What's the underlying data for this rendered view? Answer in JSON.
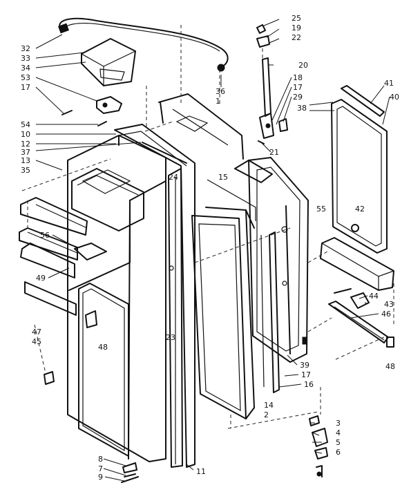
{
  "labels": {
    "l32": "32",
    "l33": "33",
    "l34": "34",
    "l53": "53",
    "l17a": "17",
    "l54": "54",
    "l10": "10",
    "l12": "12",
    "l37": "37",
    "l13": "13",
    "l35": "35",
    "l56": "56",
    "l49": "49",
    "l47": "47",
    "l45": "45",
    "l48a": "48",
    "l36": "36",
    "l1": "1",
    "l25": "25",
    "l19": "19",
    "l22": "22",
    "l20": "20",
    "l18": "18",
    "l17b": "17",
    "l29": "29",
    "l21": "21",
    "l15": "15",
    "l24": "24",
    "l23": "23",
    "l41": "41",
    "l40": "40",
    "l38": "38",
    "l42": "42",
    "l55": "55",
    "l44": "44",
    "l43": "43",
    "l46": "46",
    "l48b": "48",
    "l39": "39",
    "l17c": "17",
    "l16": "16",
    "l14": "14",
    "l2": "2",
    "l3": "3",
    "l4": "4",
    "l5": "5",
    "l6": "6",
    "l8": "8",
    "l7": "7",
    "l9": "9",
    "l11": "11"
  }
}
